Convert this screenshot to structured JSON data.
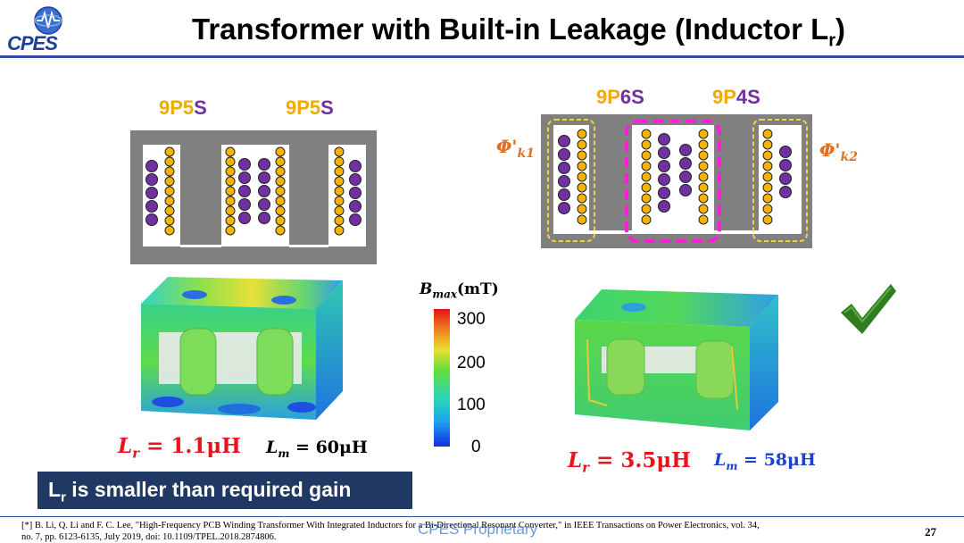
{
  "header": {
    "logo_text": "CPES",
    "title_main": "Transformer with Built-in Leakage (Inductor L",
    "title_sub": "r",
    "title_close": ")"
  },
  "left_design": {
    "label_1": {
      "primary": "9P",
      "mid": "5",
      "secondary": "S"
    },
    "label_2": {
      "primary": "9P",
      "mid": "5",
      "secondary": "S"
    },
    "lr": {
      "symbol": "L",
      "sub": "r",
      "value": " = 1.1μH"
    },
    "lm": {
      "symbol": "L",
      "sub": "m",
      "value": " = 60μH"
    }
  },
  "right_design": {
    "label_1": {
      "primary": "9P",
      "mid": "6",
      "secondary": "S"
    },
    "label_2": {
      "primary": "9P",
      "mid": "4",
      "secondary": "S"
    },
    "phi_1": {
      "symbol": "Φ'",
      "sub": "k1"
    },
    "phi_2": {
      "symbol": "Φ'",
      "sub": "k2"
    },
    "lr": {
      "symbol": "L",
      "sub": "r",
      "value": " = 3.5μH"
    },
    "lm": {
      "symbol": "L",
      "sub": "m",
      "value": " = 58μH"
    }
  },
  "legend": {
    "title_symbol": "B",
    "title_sub": "max",
    "title_unit": "(mT)",
    "ticks": [
      "300",
      "200",
      "100",
      "0"
    ]
  },
  "banner": {
    "symbol": "L",
    "sub": "r",
    "text": " is  smaller than required gain"
  },
  "footer": {
    "citation": "[*] B. Li, Q. Li and F. C. Lee, \"High-Frequency PCB Winding Transformer With Integrated Inductors for a Bi-Directional Resonant Converter,\" in IEEE Transactions on Power Electronics, vol. 34, no. 7, pp. 6123-6135, July 2019, doi: 10.1109/TPEL.2018.2874806.",
    "watermark": "CPES Proprietary",
    "page_number": "27"
  },
  "colors": {
    "primary_winding": "#f5b400",
    "secondary_winding": "#7030a0",
    "core": "#7f7f7f",
    "lr_red": "#e8141c",
    "lm_blue": "#1f3fd0",
    "check": "#2e7d1e",
    "banner_bg": "#1f3864"
  }
}
